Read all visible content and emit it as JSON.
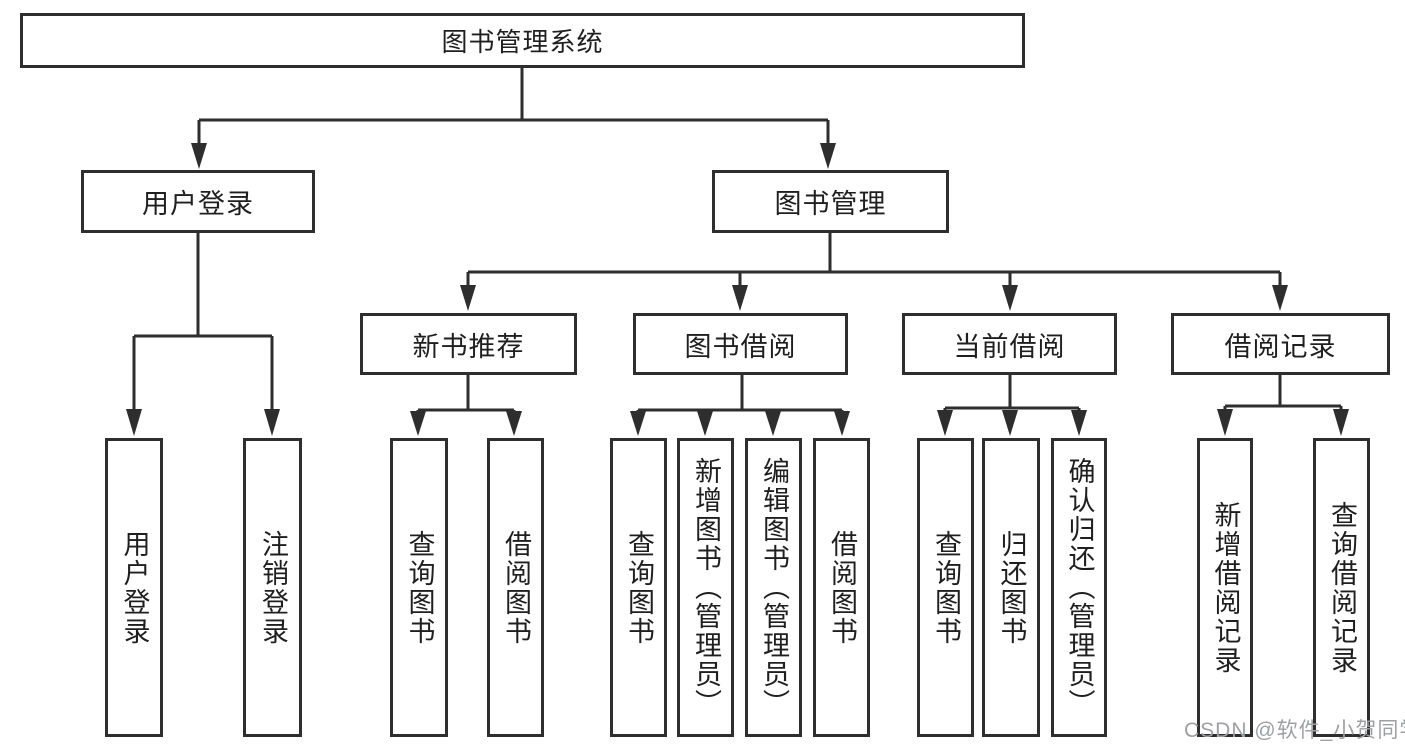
{
  "diagram": {
    "tree": {
      "root": {
        "label": "图书管理系统",
        "children": [
          {
            "label": "用户登录",
            "children": [
              {
                "label": "用户登录"
              },
              {
                "label": "注销登录"
              }
            ]
          },
          {
            "label": "图书管理",
            "children": [
              {
                "label": "新书推荐",
                "children": [
                  {
                    "label": "查询图书"
                  },
                  {
                    "label": "借阅图书"
                  }
                ]
              },
              {
                "label": "图书借阅",
                "children": [
                  {
                    "label": "查询图书"
                  },
                  {
                    "label": "新增图书（管理员）"
                  },
                  {
                    "label": "编辑图书（管理员）"
                  },
                  {
                    "label": "借阅图书"
                  }
                ]
              },
              {
                "label": "当前借阅",
                "children": [
                  {
                    "label": "查询图书"
                  },
                  {
                    "label": "归还图书"
                  },
                  {
                    "label": "确认归还（管理员）"
                  }
                ]
              },
              {
                "label": "借阅记录",
                "children": [
                  {
                    "label": "新增借阅记录"
                  },
                  {
                    "label": "查询借阅记录"
                  }
                ]
              }
            ]
          }
        ]
      }
    },
    "colors": {
      "line": "#2e2e2e",
      "text": "#1f1f1f",
      "box_background": "#ffffff",
      "background": "#ffffff",
      "watermark": "#9fa0a4"
    }
  },
  "watermark": {
    "text": "CSDN @软件_小贺同学"
  }
}
